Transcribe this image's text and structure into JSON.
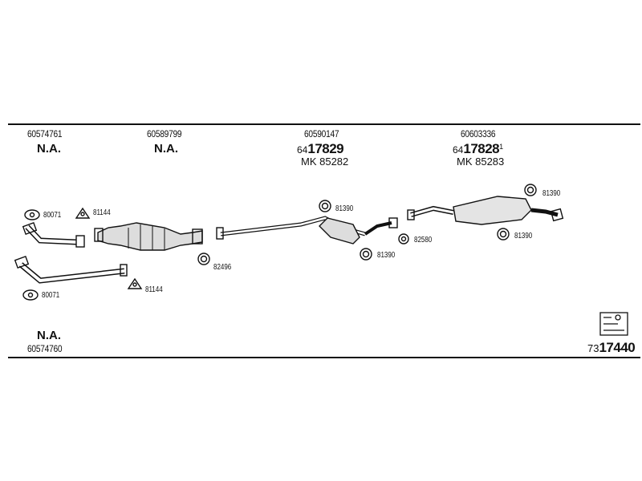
{
  "sections": [
    {
      "part_number": "60574761",
      "code": "N.A."
    },
    {
      "part_number": "60589799",
      "code": "N.A."
    },
    {
      "part_number": "60590147",
      "ref_prefix": "64",
      "ref_main": "17829",
      "ref_suffix": "",
      "mk": "MK 85282"
    },
    {
      "part_number": "60603336",
      "ref_prefix": "64",
      "ref_main": "17828",
      "ref_suffix": "1",
      "mk": "MK 85283"
    }
  ],
  "bottom_left": {
    "code": "N.A.",
    "part_number": "60574760"
  },
  "labels": {
    "l80071a": "80071",
    "l81144a": "81144",
    "l82496": "82496",
    "l80071b": "80071",
    "l81144b": "81144",
    "l81390a": "81390",
    "l81390b": "81390",
    "l82580": "82580",
    "l81390c": "81390",
    "l81390d": "81390"
  },
  "doc": {
    "prefix": "73",
    "main": "17440"
  }
}
